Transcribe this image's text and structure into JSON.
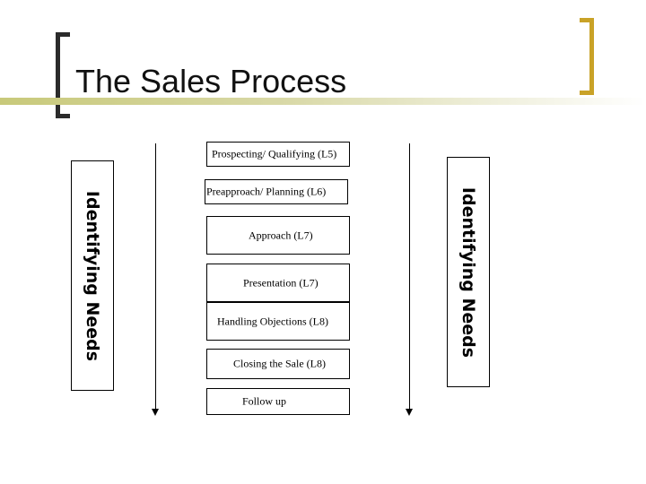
{
  "slide": {
    "title": "The Sales Process"
  },
  "side_labels": {
    "left": "Identifying Needs",
    "right": "Identifying Needs"
  },
  "steps": [
    {
      "label": "Prospecting/ Qualifying (L5)"
    },
    {
      "label": "Preapproach/ Planning (L6)"
    },
    {
      "label": "Approach (L7)"
    },
    {
      "label": "Presentation (L7)"
    },
    {
      "label": "Handling Objections (L8)"
    },
    {
      "label": "Closing the Sale (L8)"
    },
    {
      "label": "Follow up"
    }
  ],
  "colors": {
    "accent_gold": "#c9a227",
    "bracket_dark": "#2b2b2b",
    "band_olive": "#c8c97a"
  }
}
